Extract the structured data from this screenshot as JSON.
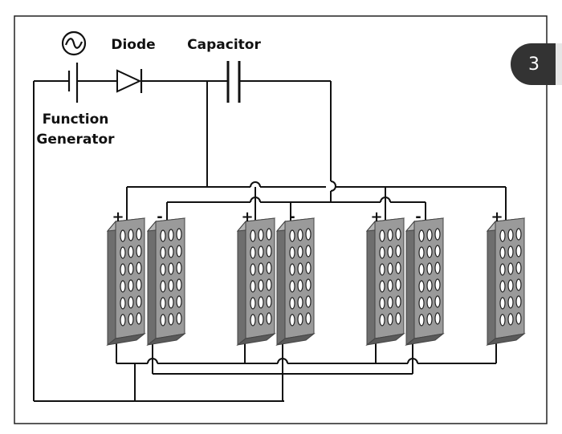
{
  "labels": {
    "diode": "Diode",
    "capacitor": "Capacitor",
    "function_generator_line1": "Function",
    "function_generator_line2": "Generator"
  },
  "badge": "3",
  "plates": [
    {
      "polarity": "+"
    },
    {
      "polarity": "-"
    },
    {
      "polarity": "+"
    },
    {
      "polarity": "-"
    },
    {
      "polarity": "+"
    },
    {
      "polarity": "-"
    },
    {
      "polarity": "+"
    }
  ],
  "colors": {
    "wire": "#111111",
    "plate_face": "#9a9a9a",
    "plate_side": "#6e6e6e",
    "slot": "#ffffff",
    "badge_bg": "#333333"
  },
  "icons": {
    "function_generator": "ac-source-icon",
    "diode": "diode-icon",
    "capacitor": "capacitor-icon",
    "battery": "dc-source-icon"
  }
}
